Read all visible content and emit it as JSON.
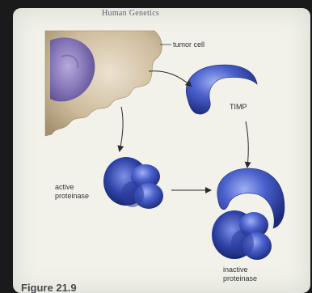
{
  "header": {
    "text": "Human Genetics"
  },
  "labels": {
    "tumor_cell": "tumor cell",
    "timp": "TIMP",
    "active_line1": "active",
    "active_line2": "proteinase",
    "inactive_line1": "inactive",
    "inactive_line2": "proteinase"
  },
  "caption": {
    "text": "Figure 21.9"
  },
  "colors": {
    "tumor_cell_body": "#c9b79a",
    "tumor_nucleus": "#8a78b8",
    "protein_blue": "#3f56c2",
    "protein_dark": "#1f2f86",
    "arrow": "#2a2a2a"
  }
}
